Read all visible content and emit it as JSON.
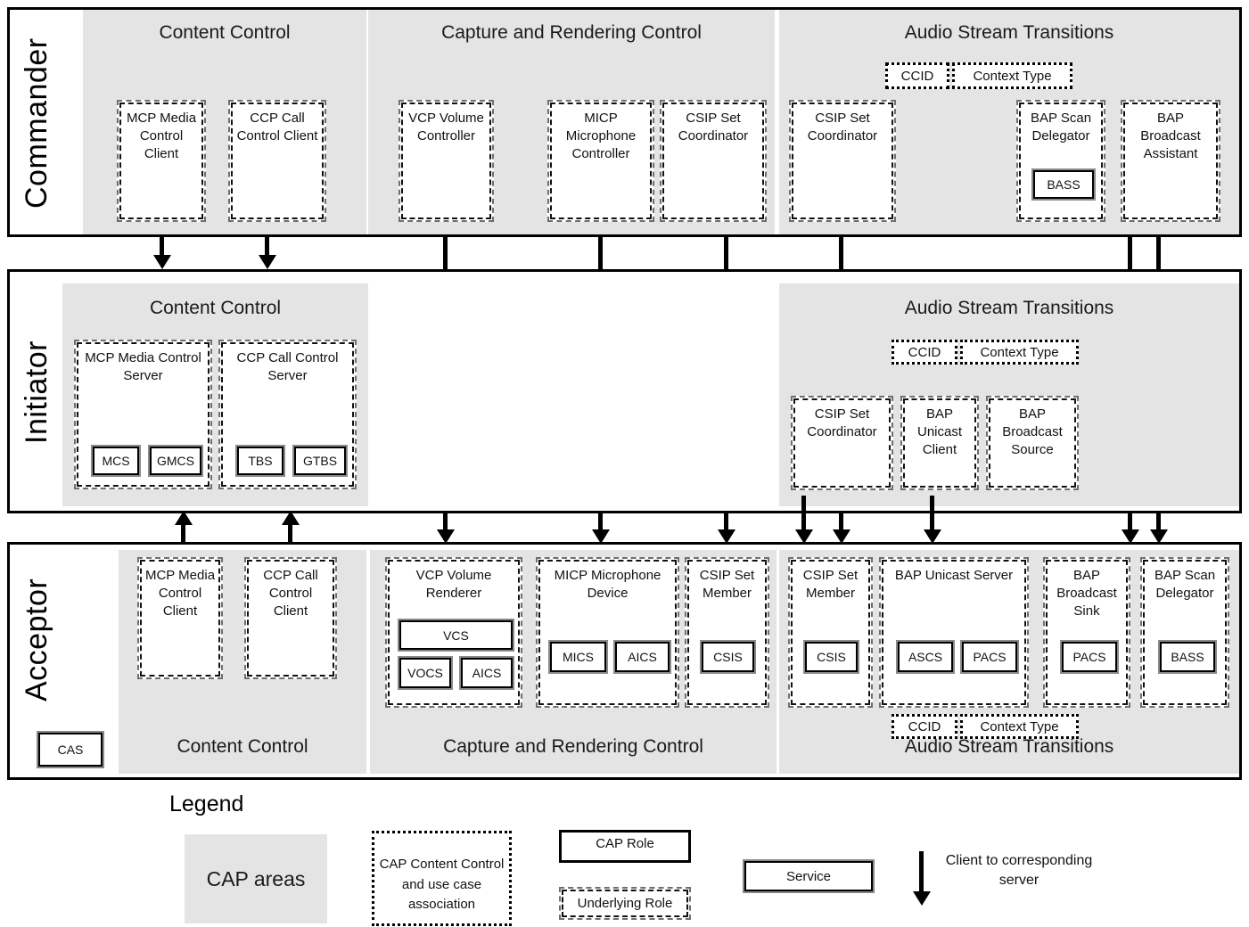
{
  "rows": [
    {
      "label": "Commander"
    },
    {
      "label": "Initiator"
    },
    {
      "label": "Acceptor"
    }
  ],
  "areas": {
    "content_control": "Content Control",
    "capture_rendering": "Capture and Rendering Control",
    "audio_stream": "Audio Stream Transitions"
  },
  "commander": {
    "content_control": {
      "title": "Content Control",
      "roles": [
        {
          "name": "MCP Media Control Client"
        },
        {
          "name": "CCP Call Control Client"
        }
      ]
    },
    "capture_rendering": {
      "title": "Capture and Rendering Control",
      "roles": [
        {
          "name": "VCP Volume Controller"
        },
        {
          "name": "MICP Microphone Controller"
        },
        {
          "name": "CSIP Set Coordinator"
        }
      ]
    },
    "audio_stream": {
      "title": "Audio Stream Transitions",
      "assoc": [
        "CCID",
        "Context Type"
      ],
      "roles": [
        {
          "name": "CSIP Set Coordinator",
          "services": []
        },
        {
          "name": "BAP Scan Delegator",
          "services": [
            "BASS"
          ]
        },
        {
          "name": "BAP Broadcast Assistant",
          "services": []
        }
      ]
    }
  },
  "initiator": {
    "content_control": {
      "title": "Content Control",
      "roles": [
        {
          "name": "MCP Media Control Server",
          "services": [
            "MCS",
            "GMCS"
          ]
        },
        {
          "name": "CCP Call Control Server",
          "services": [
            "TBS",
            "GTBS"
          ]
        }
      ]
    },
    "audio_stream": {
      "title": "Audio Stream Transitions",
      "assoc": [
        "CCID",
        "Context Type"
      ],
      "roles": [
        {
          "name": "CSIP Set Coordinator"
        },
        {
          "name": "BAP Unicast Client"
        },
        {
          "name": "BAP Broadcast Source"
        }
      ]
    }
  },
  "acceptor": {
    "cas": "CAS",
    "content_control": {
      "title": "Content Control",
      "roles": [
        {
          "name": "MCP Media Control Client"
        },
        {
          "name": "CCP Call Control Client"
        }
      ]
    },
    "capture_rendering": {
      "title": "Capture and Rendering Control",
      "roles": [
        {
          "name": "VCP Volume Renderer",
          "services": [
            "VCS",
            "VOCS",
            "AICS"
          ]
        },
        {
          "name": "MICP Microphone Device",
          "services": [
            "MICS",
            "AICS"
          ]
        },
        {
          "name": "CSIP Set Member",
          "services": [
            "CSIS"
          ]
        }
      ]
    },
    "audio_stream": {
      "title": "Audio Stream Transitions",
      "assoc": [
        "CCID",
        "Context Type"
      ],
      "roles": [
        {
          "name": "CSIP Set Member",
          "services": [
            "CSIS"
          ]
        },
        {
          "name": "BAP Unicast Server",
          "services": [
            "ASCS",
            "PACS"
          ]
        },
        {
          "name": "BAP Broadcast Sink",
          "services": [
            "PACS"
          ]
        },
        {
          "name": "BAP Scan Delegator",
          "services": [
            "BASS"
          ]
        }
      ]
    }
  },
  "legend": {
    "title": "Legend",
    "cap_areas": "CAP areas",
    "cap_assoc": "CAP Content Control and use case association",
    "cap_role": "CAP Role",
    "underlying_role": "Underlying Role",
    "service": "Service",
    "arrow_note": "Client to corresponding server"
  },
  "colors": {
    "cap_area_fill": "#e4e4e4",
    "frame": "#000000",
    "grey_connector": "#b6b6b6"
  }
}
